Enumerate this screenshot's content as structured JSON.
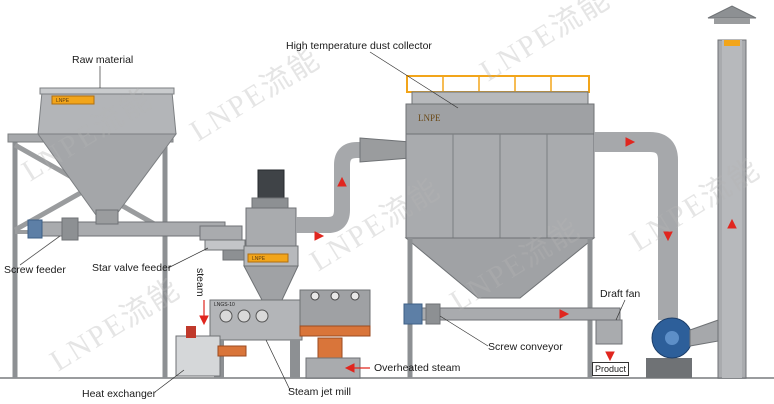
{
  "labels": {
    "raw_material": "Raw material",
    "dust_collector": "High temperature dust collector",
    "screw_feeder": "Screw feeder",
    "star_valve_feeder": "Star valve feeder",
    "steam_vertical": "steam",
    "draft_fan": "Draft fan",
    "screw_conveyor": "Screw conveyor",
    "product": "Product",
    "overheated_steam": "Overheated steam",
    "heat_exchanger": "Heat exchanger",
    "steam_jet_mill": "Steam jet mill"
  },
  "plates": {
    "hopper_plate": "LNPE",
    "mill_plate": "LNPE",
    "collector_brand": "LNPE",
    "model_tag": "LNGS-10"
  },
  "watermark": "LNPE流能",
  "colors": {
    "metal": "#a6a8ab",
    "metal_dark": "#6f7275",
    "metal_light": "#c9cbcd",
    "rail_orange": "#f2a51a",
    "arrow_red": "#e0261f",
    "copper": "#d9753a",
    "fan_blue": "#2d5f9a"
  }
}
